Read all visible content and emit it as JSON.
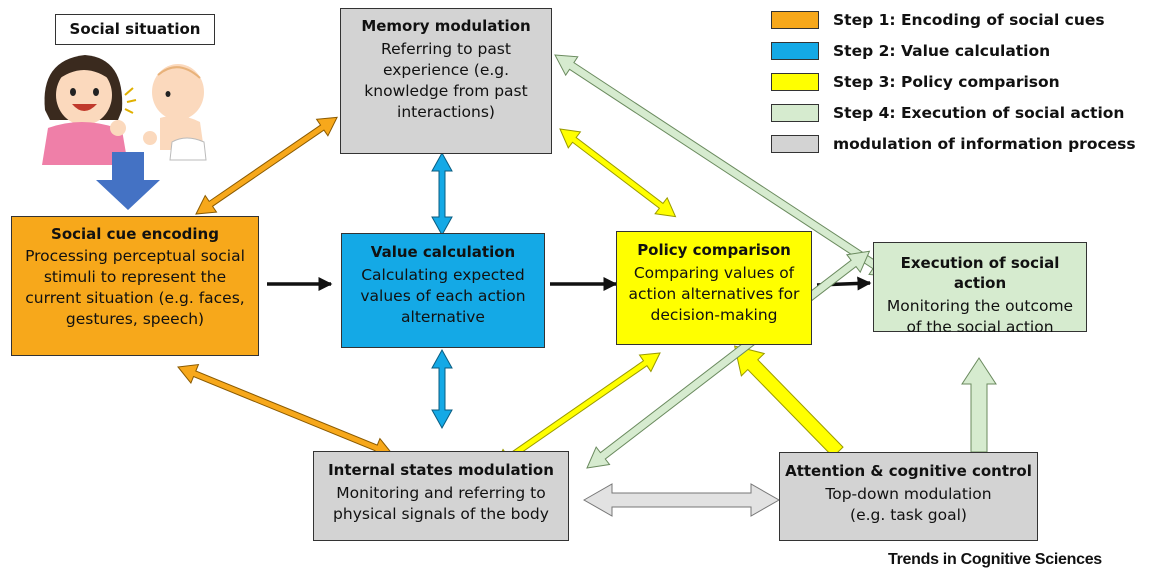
{
  "situation": {
    "label": "Social situation"
  },
  "boxes": {
    "memory": {
      "title": "Memory modulation",
      "desc": "Referring to past experience (e.g. knowledge from past interactions)"
    },
    "social_cue": {
      "title": "Social cue encoding",
      "desc": "Processing perceptual social stimuli to represent the current situation (e.g. faces, gestures, speech)"
    },
    "value": {
      "title": "Value calculation",
      "desc": "Calculating expected values of each action alternative"
    },
    "policy": {
      "title": "Policy comparison",
      "desc": "Comparing values of action alternatives for decision-making"
    },
    "execution": {
      "title": "Execution of social action",
      "desc": "Monitoring the outcome of the social action"
    },
    "internal": {
      "title": "Internal states modulation",
      "desc": "Monitoring and referring to physical signals of the body"
    },
    "attention": {
      "title": "Attention & cognitive control",
      "desc": "Top-down modulation (e.g. task goal)"
    }
  },
  "legend": [
    {
      "label": "Step 1: Encoding of social cues",
      "color": "#f7a81b"
    },
    {
      "label": "Step 2: Value calculation",
      "color": "#14a9e6"
    },
    {
      "label": "Step 3: Policy comparison",
      "color": "#ffff00"
    },
    {
      "label": "Step 4: Execution of social action",
      "color": "#d6ebcf"
    },
    {
      "label": "modulation of information process",
      "color": "#d3d3d3"
    }
  ],
  "source": "Trends in Cognitive Sciences"
}
